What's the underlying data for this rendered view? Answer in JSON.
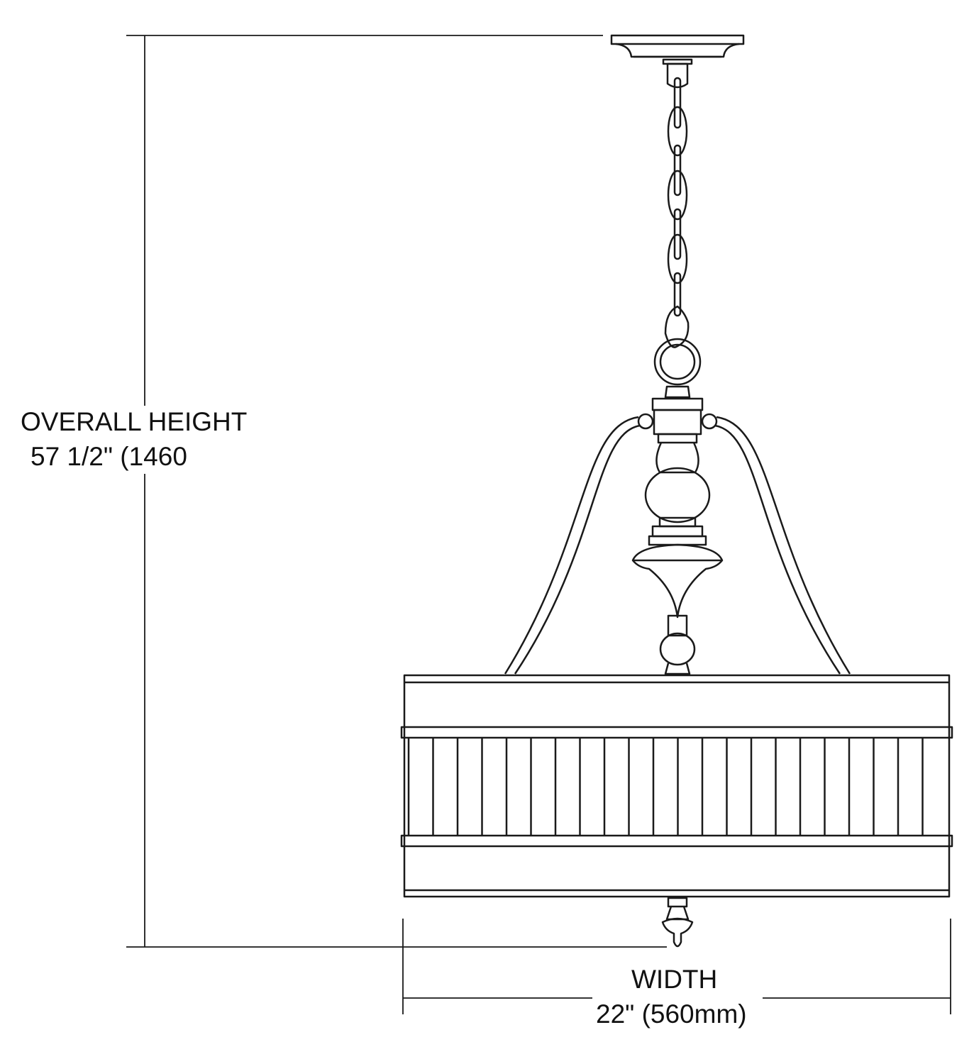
{
  "dimensions": {
    "height_label": "OVERALL HEIGHT",
    "height_value": "57 1/2\" (1460",
    "width_label": "WIDTH",
    "width_value": "22\" (560mm)"
  },
  "colors": {
    "line": "#1a1a1a",
    "background": "#ffffff"
  }
}
